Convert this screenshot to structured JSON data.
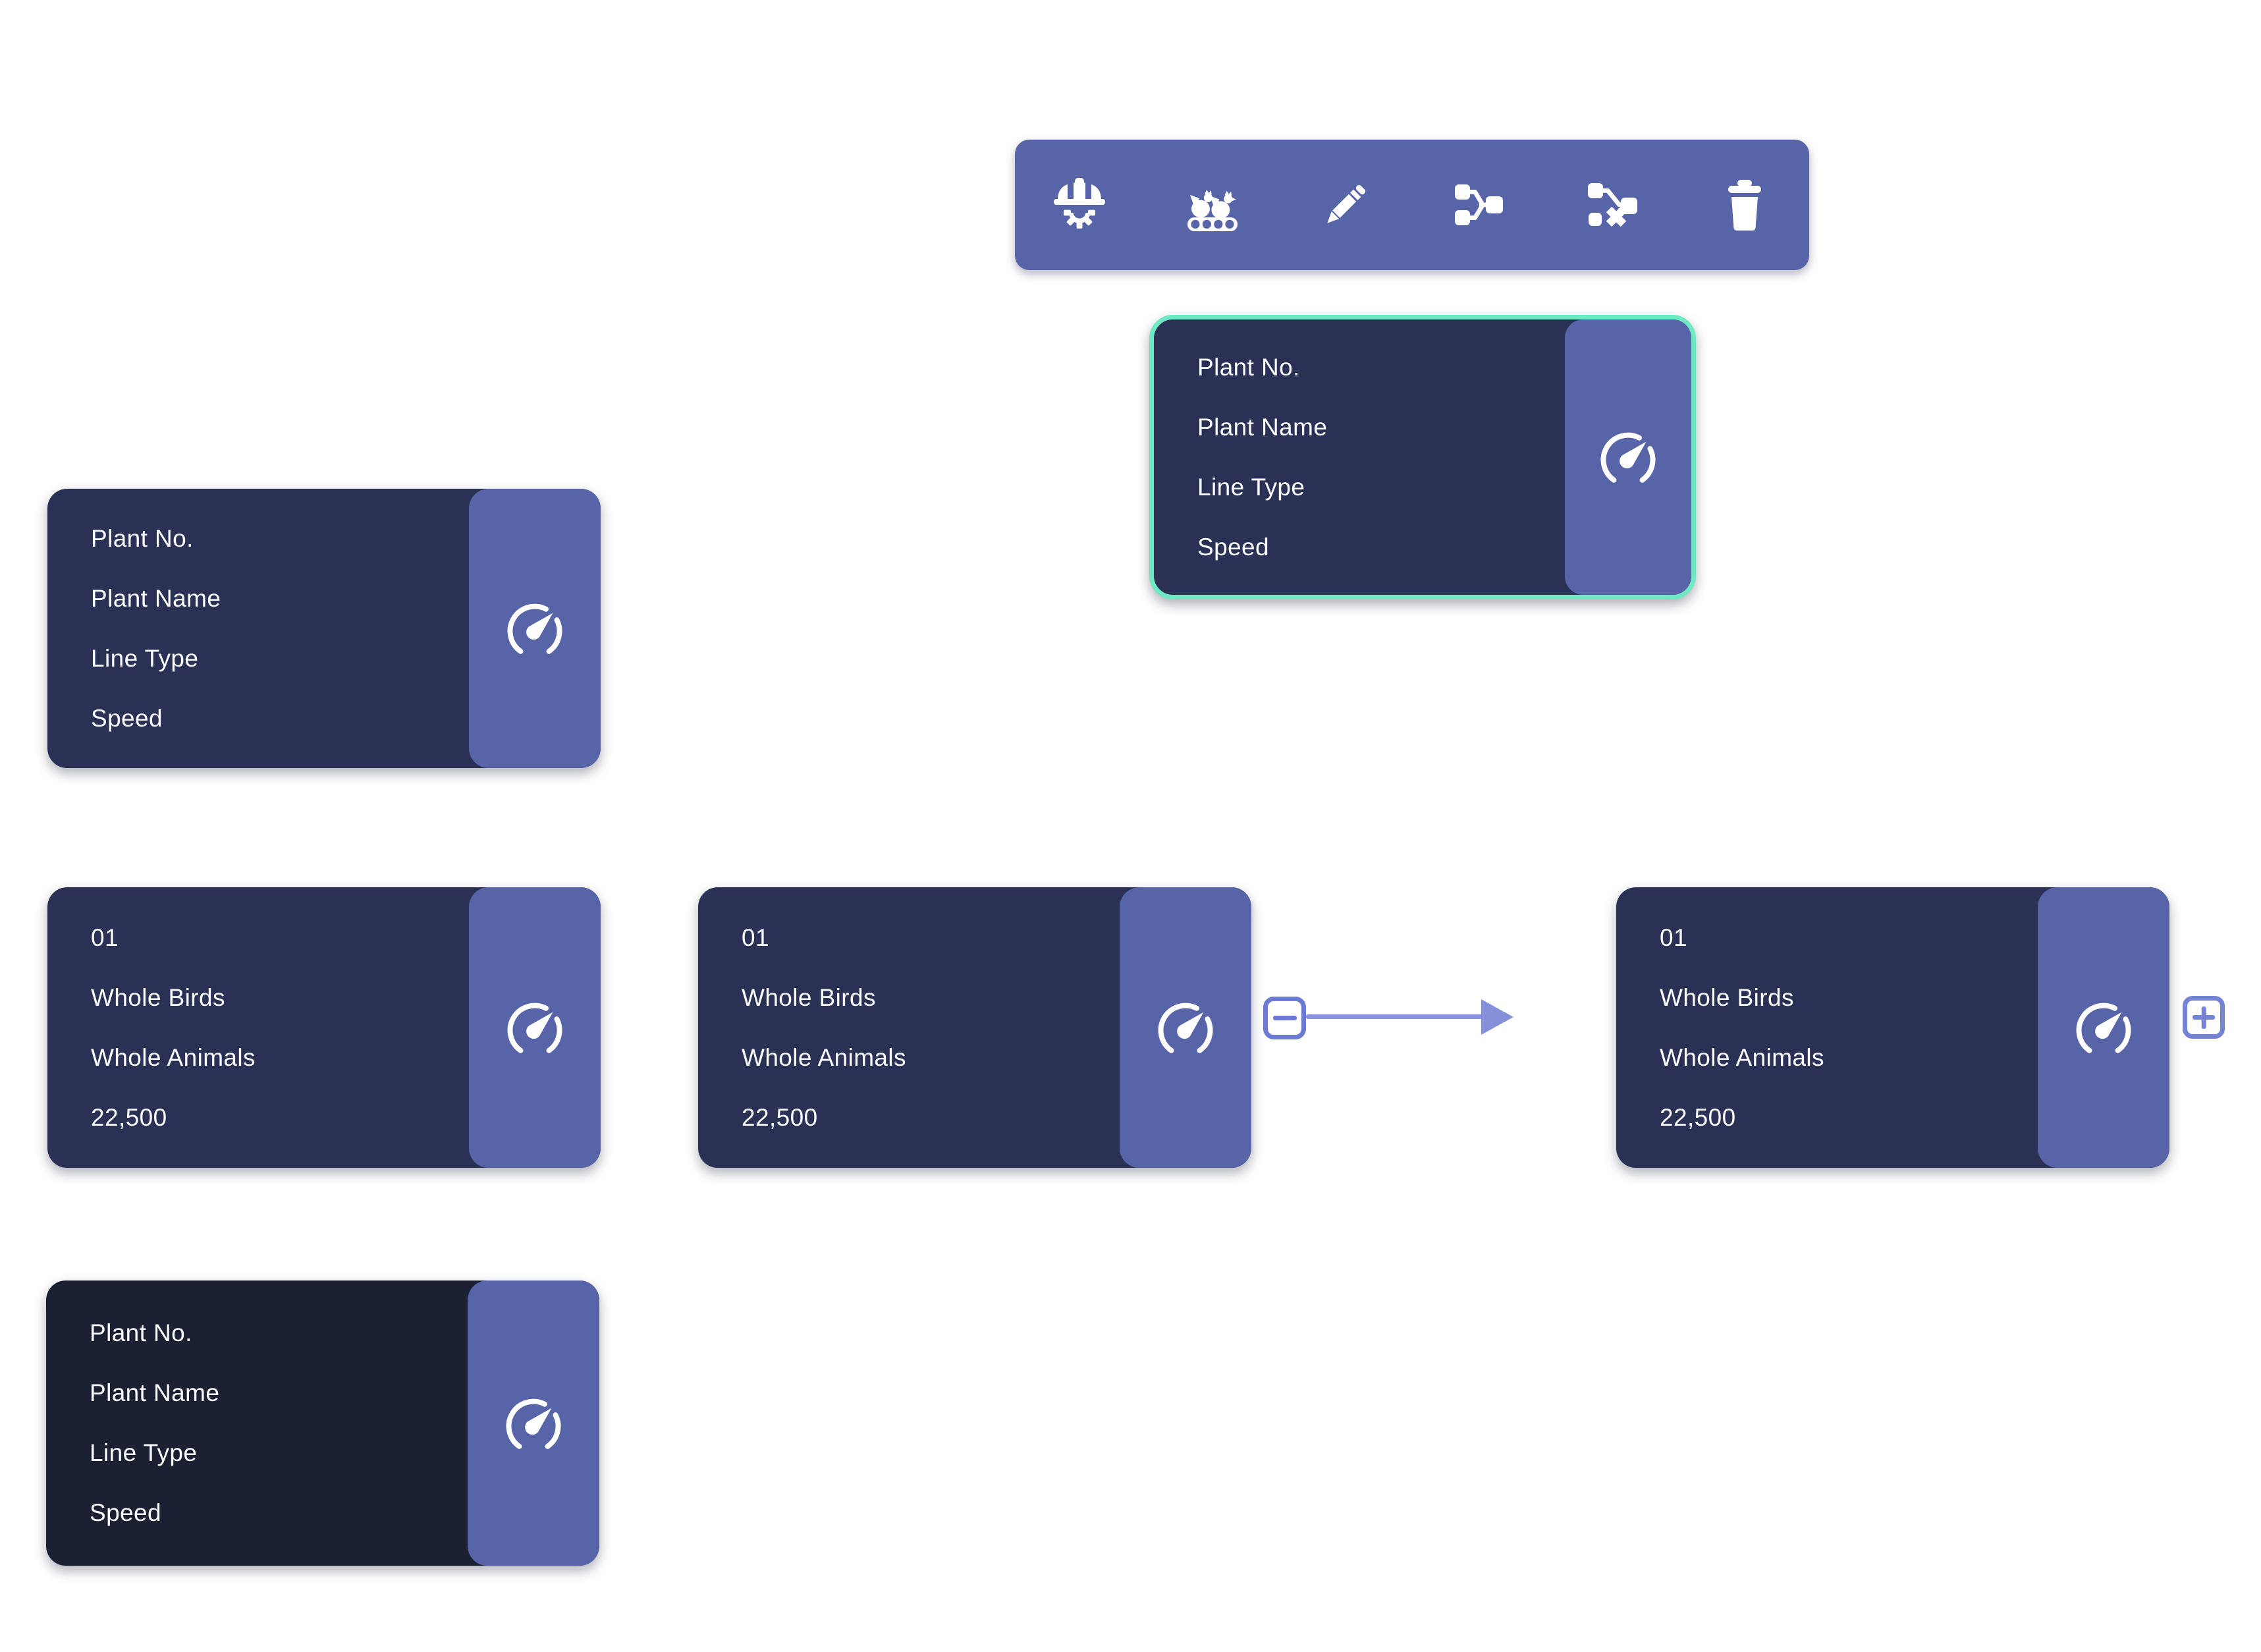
{
  "colors": {
    "canvas_bg": "#ffffff",
    "toolbar_bg": "#5764a8",
    "node_body": "#2b3154",
    "node_body_dark": "#1b2133",
    "node_panel": "#5764a8",
    "selection_border": "#6fe8c4",
    "connector_stroke": "#6b7bd3",
    "arrow": "#8894dc",
    "text": "#fafbff"
  },
  "toolbar": {
    "buttons": [
      {
        "id": "plant",
        "icon": "hard-hat-gear-icon"
      },
      {
        "id": "production-line",
        "icon": "birds-conveyor-icon"
      },
      {
        "id": "edit",
        "icon": "pencil-icon"
      },
      {
        "id": "add-connection",
        "icon": "merge-nodes-icon"
      },
      {
        "id": "remove-connection",
        "icon": "unlink-nodes-icon"
      },
      {
        "id": "delete",
        "icon": "trash-icon"
      }
    ]
  },
  "nodes": {
    "plant_selected": {
      "selected": true,
      "lines": [
        "Plant No.",
        "Plant Name",
        "Line Type",
        "Speed"
      ]
    },
    "plant_left": {
      "selected": false,
      "lines": [
        "Plant No.",
        "Plant Name",
        "Line Type",
        "Speed"
      ]
    },
    "line_left": {
      "selected": false,
      "lines": [
        "01",
        "Whole Birds",
        "Whole Animals",
        "22,500"
      ]
    },
    "line_middle": {
      "selected": false,
      "lines": [
        "01",
        "Whole Birds",
        "Whole Animals",
        "22,500"
      ]
    },
    "line_right": {
      "selected": false,
      "lines": [
        "01",
        "Whole Birds",
        "Whole Animals",
        "22,500"
      ]
    },
    "plant_bottom": {
      "selected": false,
      "lines": [
        "Plant No.",
        "Plant Name",
        "Line Type",
        "Speed"
      ]
    }
  },
  "connector": {
    "remove_symbol": "−",
    "add_symbol": "+"
  }
}
